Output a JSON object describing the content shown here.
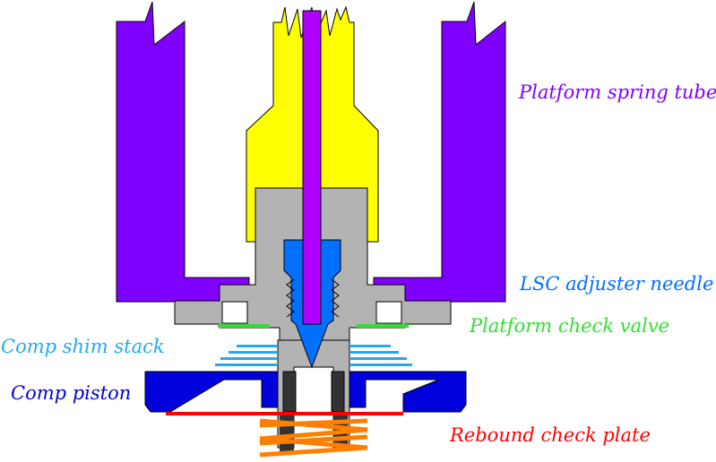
{
  "labels": {
    "platform_spring_tube": "Platform spring tube",
    "lsc_adjuster_needle": "LSC adjuster needle",
    "platform_check_valve": "Platform check valve",
    "comp_shim_stack": "Comp shim stack",
    "comp_piston": "Comp piston",
    "rebound_check_plate": "Rebound check plate"
  },
  "colors": {
    "spring_tube": "#8000ff",
    "needle": "#b000ff",
    "yellow_body": "#ffff00",
    "gray_body": "#b3b3b3",
    "needle_housing": "#0070ff",
    "check_valve": "#33dd33",
    "shim_stack": "#22aaee",
    "piston": "#0000dd",
    "rebound_plate": "#ff0000",
    "spring": "#ff8000",
    "outline": "#000000"
  }
}
